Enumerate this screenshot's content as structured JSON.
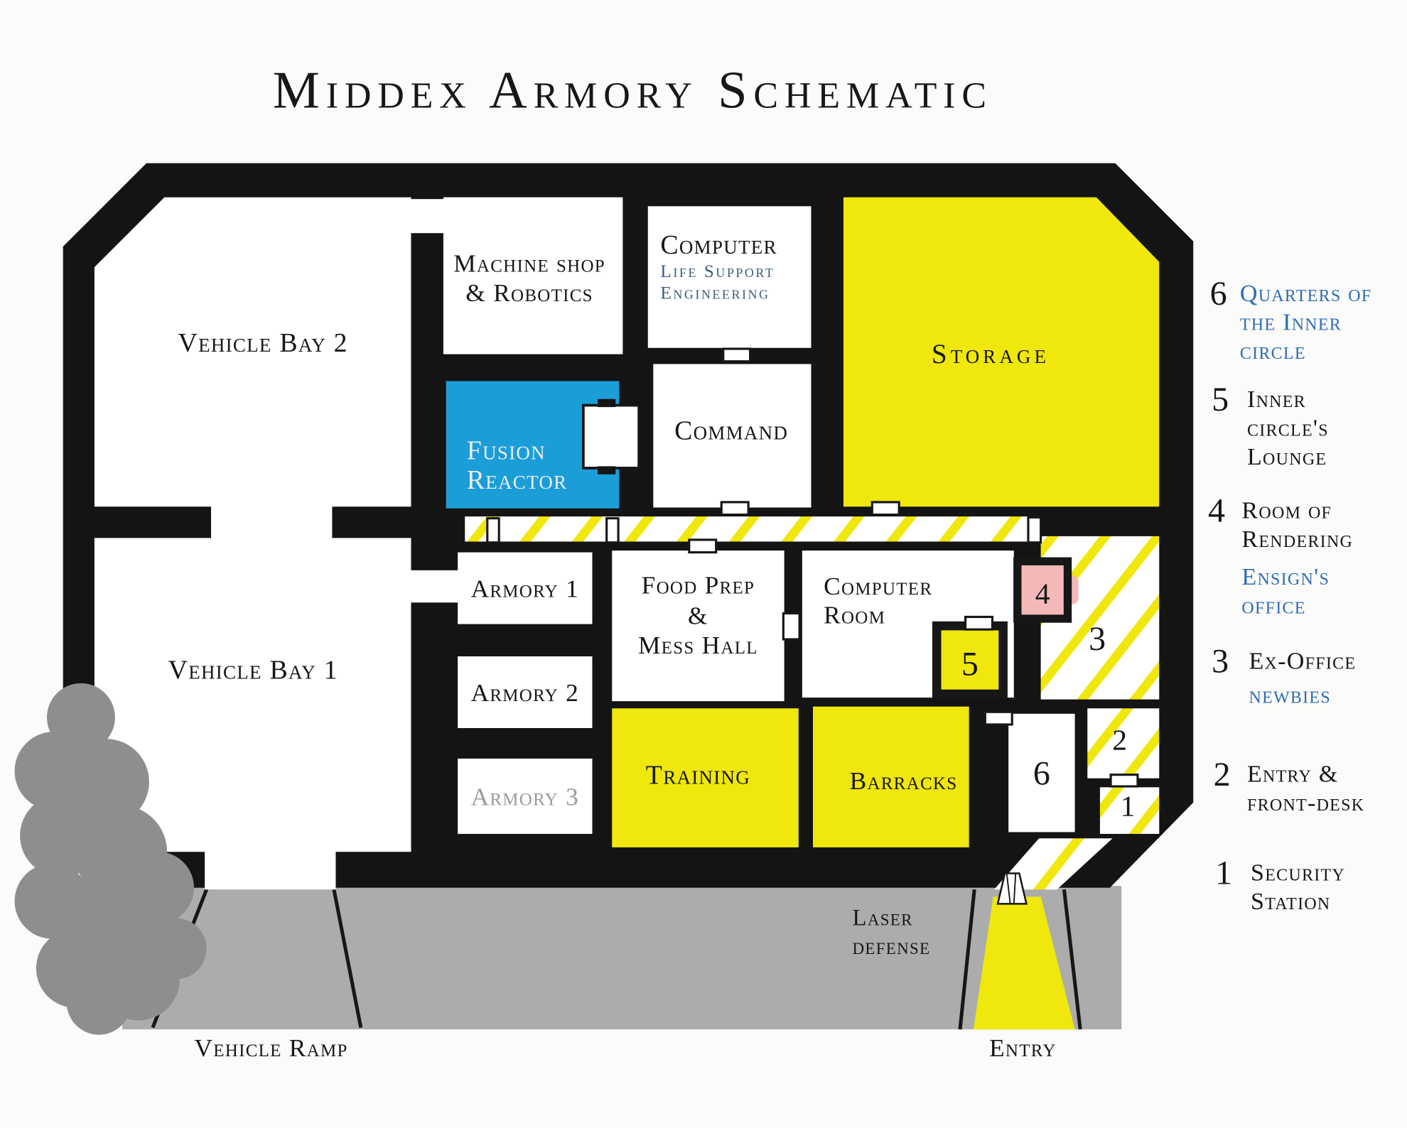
{
  "title": "Middex Armory Schematic",
  "rooms": {
    "vehicle_bay_2": "Vehicle Bay 2",
    "machine_shop": {
      "line1": "Machine shop",
      "line2": "& Robotics"
    },
    "computer_life_support": {
      "line1": "Computer",
      "line2": "Life Support",
      "line3": "Engineering"
    },
    "storage": "Storage",
    "fusion_reactor": {
      "line1": "Fusion",
      "line2": "Reactor"
    },
    "command": "Command",
    "vehicle_bay_1": "Vehicle Bay 1",
    "armory_1": "Armory 1",
    "armory_2": "Armory 2",
    "armory_3": "Armory 3",
    "food_prep": {
      "line1": "Food Prep",
      "line2": "&",
      "line3": "Mess Hall"
    },
    "computer_room": {
      "line1": "Computer",
      "line2": "Room"
    },
    "training": "Training",
    "barracks": "Barracks",
    "room_4": "4",
    "room_5": "5",
    "room_6": "6",
    "zone_3": "3",
    "zone_2": "2",
    "zone_1": "1"
  },
  "legend": [
    {
      "number": "6",
      "lines": [
        "Quarters of",
        "the Inner",
        "circle"
      ],
      "style": "blue"
    },
    {
      "number": "5",
      "lines": [
        "Inner",
        "circle's",
        "Lounge"
      ],
      "style": "black"
    },
    {
      "number": "4",
      "lines": [
        "Room of",
        "Rendering"
      ],
      "style": "black",
      "sublines": [
        "Ensign's",
        "office"
      ],
      "subline_style": "blue"
    },
    {
      "number": "3",
      "lines": [
        "Ex-Office"
      ],
      "style": "black",
      "sublines": [
        "newbies"
      ],
      "subline_style": "blue"
    },
    {
      "number": "2",
      "lines": [
        "Entry &",
        "front-desk"
      ],
      "style": "black"
    },
    {
      "number": "1",
      "lines": [
        "Security",
        "Station"
      ],
      "style": "black"
    }
  ],
  "site": {
    "vehicle_ramp": "Vehicle Ramp",
    "entry": "Entry",
    "laser_defense": {
      "line1": "Laser",
      "line2": "defense"
    }
  },
  "colors": {
    "wall_black": "#141414",
    "room_yellow": "#f0e70c",
    "reactor_blue": "#1b9ed8",
    "rendering_pink": "#f3b9b9",
    "legend_blue": "#2e6cb5",
    "apron_gray": "#acacac",
    "bush_gray": "#8e8e8e"
  }
}
